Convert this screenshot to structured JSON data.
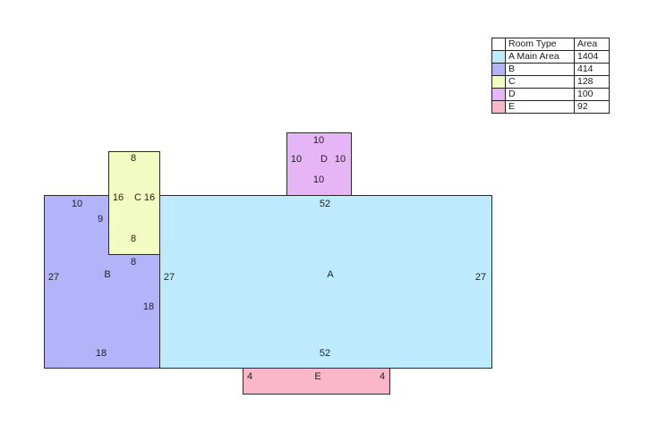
{
  "legend": {
    "header": {
      "type": "Room Type",
      "area": "Area"
    },
    "rows": [
      {
        "name": "A Main Area",
        "area": "1404",
        "color": "#bdebfd"
      },
      {
        "name": "B",
        "area": "414",
        "color": "#b3b3f9"
      },
      {
        "name": "C",
        "area": "128",
        "color": "#f2fbc1"
      },
      {
        "name": "D",
        "area": "100",
        "color": "#e5b5f5"
      },
      {
        "name": "E",
        "area": "92",
        "color": "#f9b7c9"
      }
    ]
  },
  "rooms": {
    "A": {
      "label": "A",
      "top": "52",
      "bottom": "52",
      "left": "27",
      "right": "27",
      "color": "#bdebfd"
    },
    "B": {
      "label": "B",
      "top": "10",
      "notch": "9",
      "left": "27",
      "inner": "18",
      "bottom": "18",
      "c_below": "8",
      "color": "#b3b3f9"
    },
    "C": {
      "label": "C",
      "top": "8",
      "left": "16",
      "right": "16",
      "bottom": "8",
      "color": "#f2fbc1"
    },
    "D": {
      "label": "D",
      "top": "10",
      "left": "10",
      "right": "10",
      "bottom": "10",
      "color": "#e5b5f5"
    },
    "E": {
      "label": "E",
      "left": "4",
      "right": "4",
      "color": "#f9b7c9"
    }
  }
}
